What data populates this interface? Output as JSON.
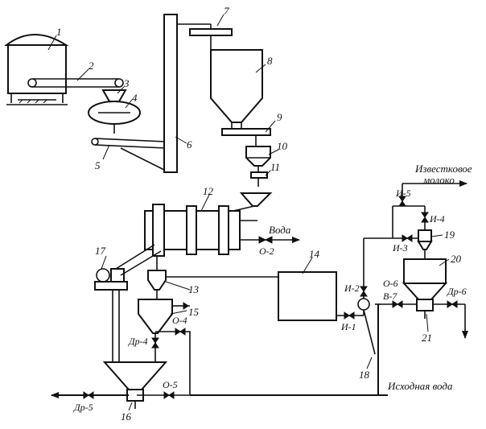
{
  "diagram": {
    "equipment_numbers": [
      "1",
      "2",
      "3",
      "4",
      "5",
      "6",
      "7",
      "8",
      "9",
      "10",
      "11",
      "12",
      "13",
      "14",
      "15",
      "16",
      "17",
      "18",
      "19",
      "20",
      "21"
    ],
    "valves": {
      "o2": "O-2",
      "o4": "O-4",
      "o5": "O-5",
      "o6": "O-6",
      "dr4": "Др-4",
      "dr5": "Др-5",
      "dr6": "Др-6",
      "i1": "И-1",
      "i2": "И-2",
      "i3": "И-3",
      "i4": "И-4",
      "i5": "И-5",
      "v7": "В-7"
    },
    "streams": {
      "water": "Вода",
      "lime_milk_line1": "Известковое",
      "lime_milk_line2": "молоко",
      "source_water": "Исходная вода"
    }
  }
}
